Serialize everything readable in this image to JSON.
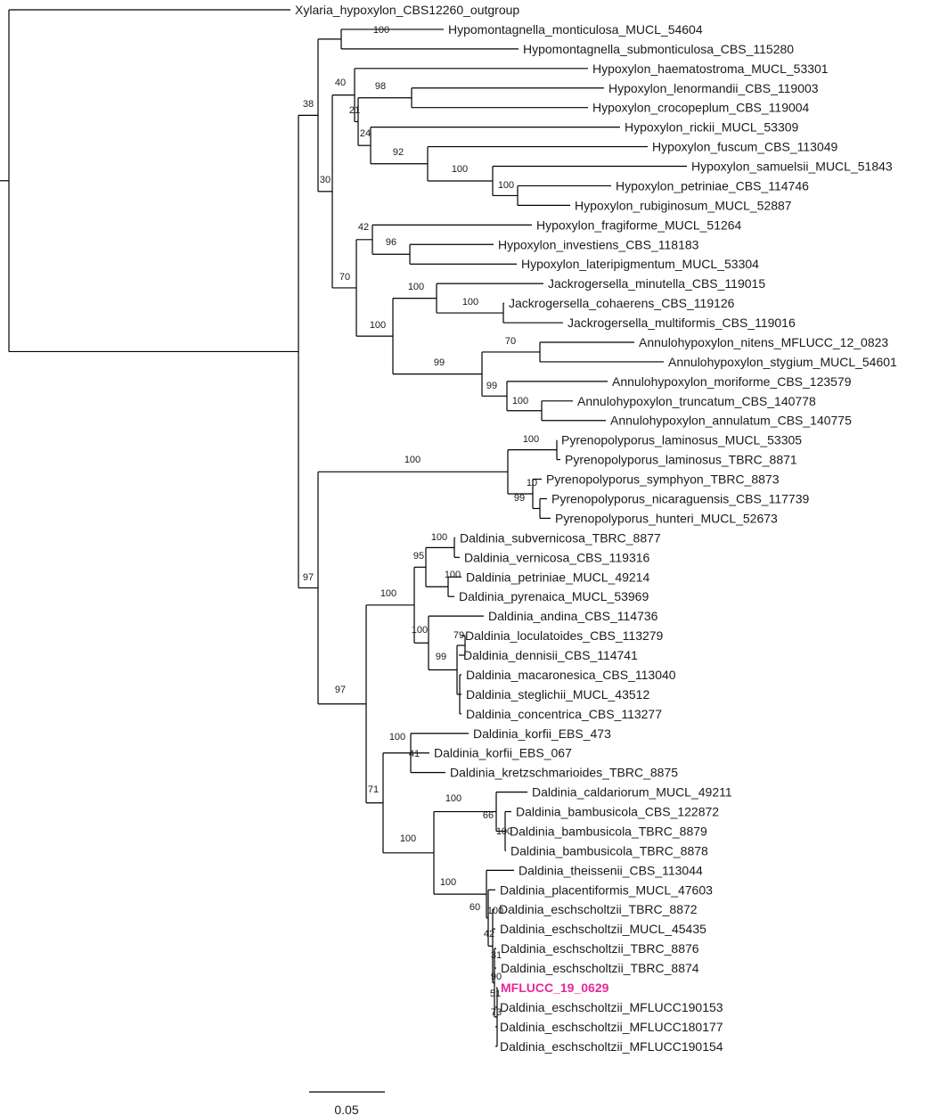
{
  "highlight_color": "#e8279a",
  "tree": {
    "taxa": [
      "Xylaria_hypoxylon_CBS12260_outgroup",
      "Hypomontagnella_monticulosa_MUCL_54604",
      "Hypomontagnella_submonticulosa_CBS_115280",
      "Hypoxylon_haematostroma_MUCL_53301",
      "Hypoxylon_lenormandii_CBS_119003",
      "Hypoxylon_crocopeplum_CBS_119004",
      "Hypoxylon_rickii_MUCL_53309",
      "Hypoxylon_fuscum_CBS_113049",
      "Hypoxylon_samuelsii_MUCL_51843",
      "Hypoxylon_petriniae_CBS_114746",
      "Hypoxylon_rubiginosum_MUCL_52887",
      "Hypoxylon_fragiforme_MUCL_51264",
      "Hypoxylon_investiens_CBS_118183",
      "Hypoxylon_lateripigmentum_MUCL_53304",
      "Jackrogersella_minutella_CBS_119015",
      "Jackrogersella_cohaerens_CBS_119126",
      "Jackrogersella_multiformis_CBS_119016",
      "Annulohypoxylon_nitens_MFLUCC_12_0823",
      "Annulohypoxylon_stygium_MUCL_54601",
      "Annulohypoxylon_moriforme_CBS_123579",
      "Annulohypoxylon_truncatum_CBS_140778",
      "Annulohypoxylon_annulatum_CBS_140775",
      "Pyrenopolyporus_laminosus_MUCL_53305",
      "Pyrenopolyporus_laminosus_TBRC_8871",
      "Pyrenopolyporus_symphyon_TBRC_8873",
      "Pyrenopolyporus_nicaraguensis_CBS_117739",
      "Pyrenopolyporus_hunteri_MUCL_52673",
      "Daldinia_subvernicosa_TBRC_8877",
      "Daldinia_vernicosa_CBS_119316",
      "Daldinia_petriniae_MUCL_49214",
      "Daldinia_pyrenaica_MUCL_53969",
      "Daldinia_andina_CBS_114736",
      "Daldinia_loculatoides_CBS_113279",
      "Daldinia_dennisii_CBS_114741",
      "Daldinia_macaronesica_CBS_113040",
      "Daldinia_steglichii_MUCL_43512",
      "Daldinia_concentrica_CBS_113277",
      "Daldinia_korfii_EBS_473",
      "Daldinia_korfii_EBS_067",
      "Daldinia_kretzschmarioides_TBRC_8875",
      "Daldinia_caldariorum_MUCL_49211",
      "Daldinia_bambusicola_CBS_122872",
      "Daldinia_bambusicola_TBRC_8879",
      "Daldinia_bambusicola_TBRC_8878",
      "Daldinia_theissenii_CBS_113044",
      "Daldinia_placentiformis_MUCL_47603",
      "Daldinia_eschscholtzii_TBRC_8872",
      "Daldinia_eschscholtzii_MUCL_45435",
      "Daldinia_eschscholtzii_TBRC_8876",
      "Daldinia_eschscholtzii_TBRC_8874",
      "MFLUCC_19_0629",
      "Daldinia_eschscholtzii_MFLUCC190153",
      "Daldinia_eschscholtzii_MFLUCC180177",
      "Daldinia_eschscholtzii_MFLUCC190154"
    ],
    "highlighted_taxon": "MFLUCC_19_0629",
    "support_values": [
      "100",
      "40",
      "98",
      "21",
      "24",
      "92",
      "100",
      "100",
      "38",
      "30",
      "42",
      "96",
      "70",
      "100",
      "100",
      "100",
      "99",
      "70",
      "99",
      "100",
      "100",
      "100",
      "10",
      "99",
      "97",
      "100",
      "95",
      "100",
      "100",
      "100",
      "99",
      "79",
      "97",
      "100",
      "41",
      "71",
      "100",
      "100",
      "66",
      "100",
      "100",
      "60",
      "100",
      "42",
      "31",
      "90",
      "51",
      "73"
    ],
    "scale_bar_label": "0.05"
  }
}
